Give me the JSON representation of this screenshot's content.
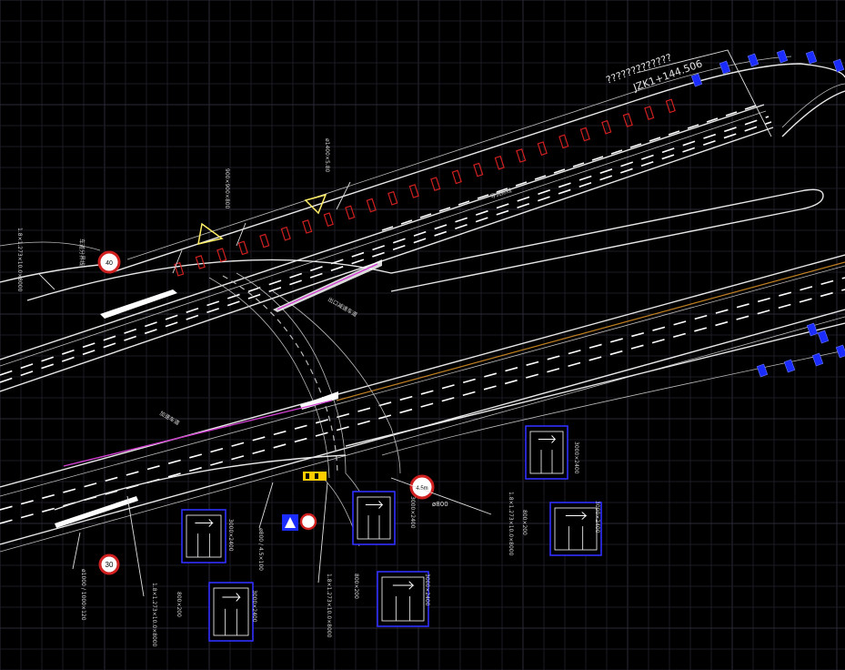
{
  "drawing": {
    "background": "#000000",
    "accent_colors": {
      "sign_frame": "#3030ff",
      "barrier": "#d02020",
      "magenta_line": "#d040d0",
      "orange_line": "#c08020",
      "hazard": "#ffcc00"
    }
  },
  "labels": {
    "station_question": "?????????????",
    "station_code": "JZK1+144.506",
    "sign_dim_1": "3000×2400",
    "sign_dim_2": "3000×2400",
    "sign_dim_3": "3000×2400",
    "sign_dim_4": "3000×2400",
    "sign_dim_5": "3000×2400",
    "sign_dim_6": "3000×2400",
    "pole_spec_1": "1.8×1.273×10.0×8000",
    "pole_spec_2": "1.8×1.273×10.0×8000",
    "pole_spec_3": "1.8×1.273×10.0×8000",
    "pole_spec_4": "1.8×1.273×10.0×8000",
    "post_size_1": "800×200",
    "post_size_2": "800×200",
    "post_size_3": "800×200",
    "warn_spec_1": "ø1000 / 1000×120",
    "warn_spec_2": "ø800 / 4.5×100",
    "warn_spec_3": "900×900×800",
    "warn_spec_4": "ø1400×5.80",
    "speed_sign_1": "30",
    "speed_sign_2": "40",
    "height_sign": "4.5m",
    "height_note": "ø800",
    "lane_note_1": "车道分界线",
    "lane_note_2": "出口减速车道",
    "lane_note_3": "加速车道",
    "lane_note_4": "导流标线"
  },
  "icons": [
    "warning-triangle-icon",
    "speed-limit-icon",
    "height-limit-icon",
    "lane-direction-sign-icon",
    "delineator-icon"
  ]
}
